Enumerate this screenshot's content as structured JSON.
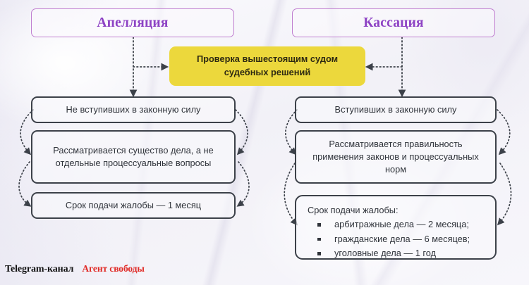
{
  "diagram": {
    "title_left": "Апелляция",
    "title_right": "Кассация",
    "center": "Проверка вышестоящим судом судебных решений",
    "center_line1": "Проверка вышестоящим судом",
    "center_line2": "судебных решений",
    "left_column": [
      {
        "text": "Не вступивших в законную силу"
      },
      {
        "text": "Рассматривается существо дела, а не отдельные процессуальные вопросы"
      },
      {
        "text": "Срок подачи жалобы — 1 месяц"
      }
    ],
    "right_column": [
      {
        "text": "Вступивших в законную силу"
      },
      {
        "text": "Рассматривается правильность применения законов и процессуальных норм"
      }
    ],
    "right_list": {
      "title": "Срок подачи жалобы:",
      "items": [
        "арбитражные дела — 2 месяца;",
        "гражданские дела — 6 месяцев;",
        "уголовные дела — 1 год"
      ]
    }
  },
  "footer": {
    "channel_label": "Telegram-канал",
    "channel_name": "Агент свободы"
  },
  "colors": {
    "accent_purple": "#8d42c4",
    "border_purple": "#c07fd0",
    "center_yellow": "#ecd83c",
    "box_border": "#3c4149",
    "footer_red": "#e02a26",
    "background": "#f4f3f8"
  }
}
